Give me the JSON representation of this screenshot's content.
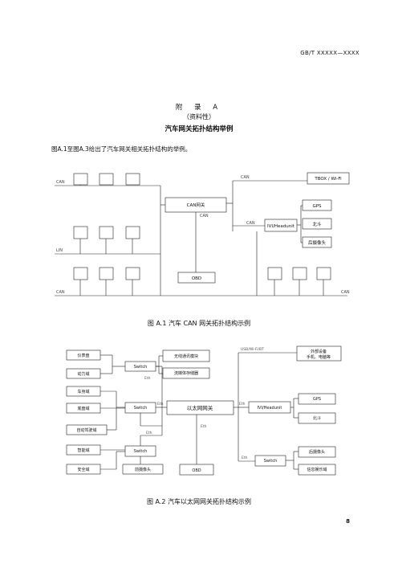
{
  "header": {
    "standard_code": "GB/T XXXXX—XXXX"
  },
  "appendix": {
    "title": "附 录 A",
    "subtitle": "（资料性）",
    "heading": "汽车网关拓扑结构举例",
    "intro": "图A.1至图A.3给出了汽车网关相关拓扑结构的举例。"
  },
  "figure1": {
    "caption": "图 A.1 汽车 CAN 网关拓扑结构示例",
    "bus_labels": {
      "can_top": "CAN",
      "lin": "LIN",
      "can_bottom_left": "CAN",
      "can_bottom_right": "CAN",
      "can_tbox": "CAN",
      "can_ivi": "CAN",
      "can_obd": "CAN"
    },
    "gateway": "CAN网关",
    "obd": "OBD",
    "ivi": "IVI/Headunit",
    "tbox": "TBOX / Wi-Fi",
    "gps": "GPS",
    "beidou": "北斗",
    "rear_camera": "后摄像头"
  },
  "figure2": {
    "caption": "图 A.2 汽车以太网网关拓扑结构示例",
    "domains": [
      "仪表盘",
      "动力域",
      "车身域",
      "底盘域",
      "自动驾驶域",
      "智能域",
      "安全域"
    ],
    "switches": [
      "Switch",
      "Switch",
      "Switch",
      "Switch"
    ],
    "gateway": "以太网网关",
    "wireless_module": "无线通讯模块",
    "media_storage": "流媒体存储器",
    "ivi": "IVI/Headunit",
    "gps": "GPS",
    "beidou": "北斗",
    "external_device": "外部设备\n手机、电脑等",
    "rear_camera": "后摄像头",
    "infotainment": "信息娱乐域",
    "front_camera": "前摄像头",
    "obd": "OBD",
    "link_labels": {
      "eth1": "Eth",
      "eth2": "Eth",
      "eth3": "Eth",
      "eth4": "Eth",
      "eth5": "Eth",
      "eth6": "Eth",
      "usb": "USB/Wi-Fi/BT"
    }
  },
  "footer": {
    "page_number": "8"
  }
}
